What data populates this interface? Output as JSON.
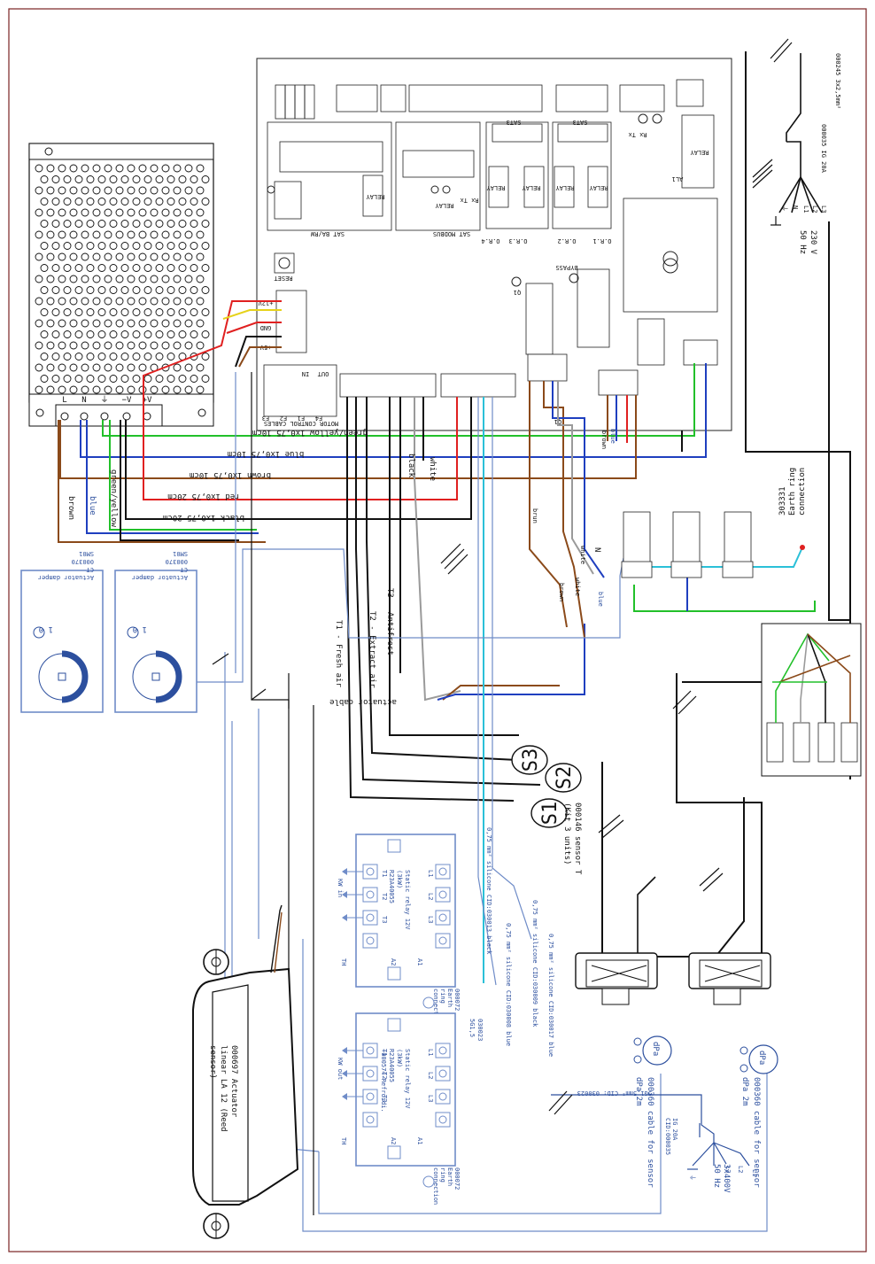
{
  "colors": {
    "brown": "#8b4a1a",
    "blue": "#1f3fbf",
    "green": "#22c02a",
    "red": "#e02020",
    "black": "#111111",
    "yellow": "#e6d21a",
    "cyan": "#2bc0d8",
    "gray": "#9a9a9a",
    "lightblue": "#6f8cc8",
    "drawblue": "#2c4f9e"
  },
  "icons": [
    "ground-icon",
    "cooling-fan-icon",
    "transformer-icon",
    "linear-actuator-icon",
    "temperature-sensor-icon",
    "pressure-sensor-icon",
    "damper-actuator-icon"
  ],
  "psu": {
    "labels": [
      "L",
      "N",
      "⏚",
      "−V",
      "+V"
    ]
  },
  "board": {
    "rotated_labels": [
      "SAT BA/RW",
      "SAT MODBUS",
      "SAT3",
      "SAT3",
      "RELAY",
      "RELAY",
      "RELAY",
      "RELAY",
      "RELAY",
      "RELAY",
      "RELAY",
      "BYPASS",
      "RESET",
      "MOTOR CONTROL CABLES",
      "Rx Tx",
      "Rx Tx",
      "O.R.3",
      "O.R.4",
      "O.R.2",
      "O.R.1",
      "AL1",
      "Q1",
      "Q1",
      "GND",
      "+12V",
      "+5V",
      "OUT",
      "IN",
      "F1",
      "F2",
      "F3",
      "F4"
    ]
  },
  "wires": {
    "green_yellow": "green/yellow  1x0,75  10cm",
    "blue": "blue  1x0,75  10cm",
    "brown": "brown  1x0,75  10cm",
    "red": "red  1x0,75  20cm",
    "black": "black  1x0,75  20cm",
    "vertical_brown": "brown",
    "vertical_blue": "blue",
    "vertical_gy": "green/yellow",
    "black_side": "black",
    "white_side": "white",
    "bypass_brown": "brown",
    "bypass_blue": "blue",
    "right_brown": "brun",
    "white_n": "white",
    "n_label": "N",
    "white2": "white",
    "brown2": "brown",
    "blue2": "blue",
    "actuator_cable": "actuator cable",
    "t1": "T1 - Fresh air",
    "t2": "T2 - Extract air",
    "t3": "T3 - Antifrost"
  },
  "mains": {
    "supply": "230 V\n50 Hz",
    "cable": "000245  3x2,5mm²",
    "breaker": "000035 IG 20A",
    "terminals": [
      "L3",
      "L2",
      "L1",
      "N",
      "⏚"
    ]
  },
  "earth": {
    "label": "303331\nEarth ring\nconnection"
  },
  "dampers": [
    {
      "title": "Actuator damper\nCT\n000370\nSM01",
      "scale": "1 0"
    },
    {
      "title": "Actuator damper\nCT\n000370\nSM01",
      "scale": "1 0"
    }
  ],
  "sensors": {
    "s1": "S1",
    "s2": "S2",
    "s3": "S3",
    "kit": "000146 sensor T\n(Kit 3 units)"
  },
  "relays": [
    {
      "title": "Static relay 12V\n(3kW)\nR23A40055",
      "t_labels": [
        "T1",
        "T2",
        "T3"
      ],
      "l_labels": [
        "L1",
        "L2",
        "L3"
      ],
      "a_labels": [
        "A2",
        "A1"
      ],
      "kw": "KW in",
      "th": "TH",
      "earth": "000072\nEarth\nring\nconnection"
    },
    {
      "title": "Static relay 12V\n(3kW)\nR23A40055\n+000574 Refroidi.",
      "t_labels": [
        "T1",
        "T2",
        "T3"
      ],
      "l_labels": [
        "L1",
        "L2",
        "L3"
      ],
      "a_labels": [
        "A2",
        "A1"
      ],
      "kw": "KW out",
      "th": "TH",
      "earth": "000072\nEarth\nring\nconnection"
    }
  ],
  "cables": {
    "c1": "0,75 mm² silicone CID:030013 black",
    "c2": "0,75 mm² silicone CID:030009 black",
    "c3": "0,75 mm² silicone CID:030008 blue",
    "c4": "0,75 mm² silicone CID:030017 blue",
    "c5": "030023\n5G1,5",
    "c6": "5G1,5mm²  CID: 030023"
  },
  "actuator": {
    "label": "000697 Actuator\nlinear LA 12 (Reed\nsensor)"
  },
  "breaker2": {
    "label": "IG 20A\nCID:000035"
  },
  "supply2": {
    "label": "3x400V\n50 Hz",
    "terminals": [
      "L1",
      "L2",
      "L3",
      "⏚"
    ]
  },
  "dpa": [
    {
      "label": "dPa",
      "cable": "000360 cable for sensor\ndPa 2m"
    },
    {
      "label": "dPa",
      "cable": "000360 cable for sensor\ndPa 2m"
    }
  ]
}
